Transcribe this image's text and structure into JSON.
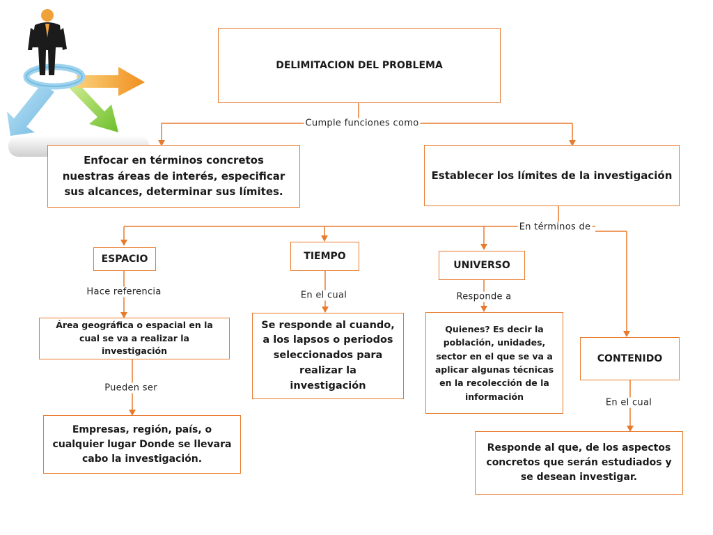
{
  "title": "DELIMITACION DEL PROBLEMA",
  "labels": {
    "cumple": "Cumple funciones como",
    "terminos": "En términos de",
    "hace_referencia": "Hace referencia",
    "pueden_ser": "Pueden ser",
    "en_el_cual_tiempo": "En el cual",
    "responde_a": "Responde a",
    "en_el_cual_contenido": "En el cual"
  },
  "nodes": {
    "enfocar": "Enfocar en términos concretos nuestras áreas de interés, especificar sus alcances, determinar sus límites.",
    "establecer": "Establecer los límites de la investigación",
    "espacio": "ESPACIO",
    "tiempo": "TIEMPO",
    "universo": "UNIVERSO",
    "contenido": "CONTENIDO",
    "area": "Área geográfica o espacial en la cual se va a realizar la investigación",
    "empresas": "Empresas, región, país, o cualquier lugar Donde se llevara cabo la investigación.",
    "se_responde": "Se responde al cuando, a los lapsos o periodos seleccionados para realizar la investigación",
    "quienes": "Quienes? Es decir la población, unidades, sector en el que se va a aplicar algunas técnicas en la recolección de la información",
    "responde_que": "Responde al que, de los aspectos concretos que serán estudiados y se desean investigar."
  },
  "colors": {
    "box_border": "#e87a2c",
    "connector": "#e87a2c"
  },
  "icons": [
    "businessman-icon",
    "direction-arrows-icon"
  ]
}
